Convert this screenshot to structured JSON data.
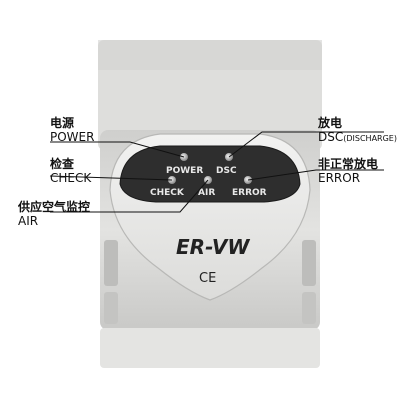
{
  "device": {
    "model": "ER-VW",
    "mark": "CE",
    "panel_labels": {
      "power": "POWER",
      "dsc": "DSC",
      "check": "CHECK",
      "air": "AIR",
      "error": "ERROR"
    }
  },
  "annotations": {
    "power": {
      "zh": "电源",
      "en": "POWER"
    },
    "check": {
      "zh": "检查",
      "en": "CHECK"
    },
    "air": {
      "zh": "供应空气监控",
      "en": "AIR"
    },
    "dsc": {
      "zh": "放电",
      "en": "DSC",
      "en_small": "(DISCHARGE)"
    },
    "error": {
      "zh": "非正常放电",
      "en": "ERROR"
    }
  },
  "colors": {
    "panel_dark": "#2e2e2e",
    "housing": "#d6d6d4",
    "led": "#bdbdbd"
  }
}
